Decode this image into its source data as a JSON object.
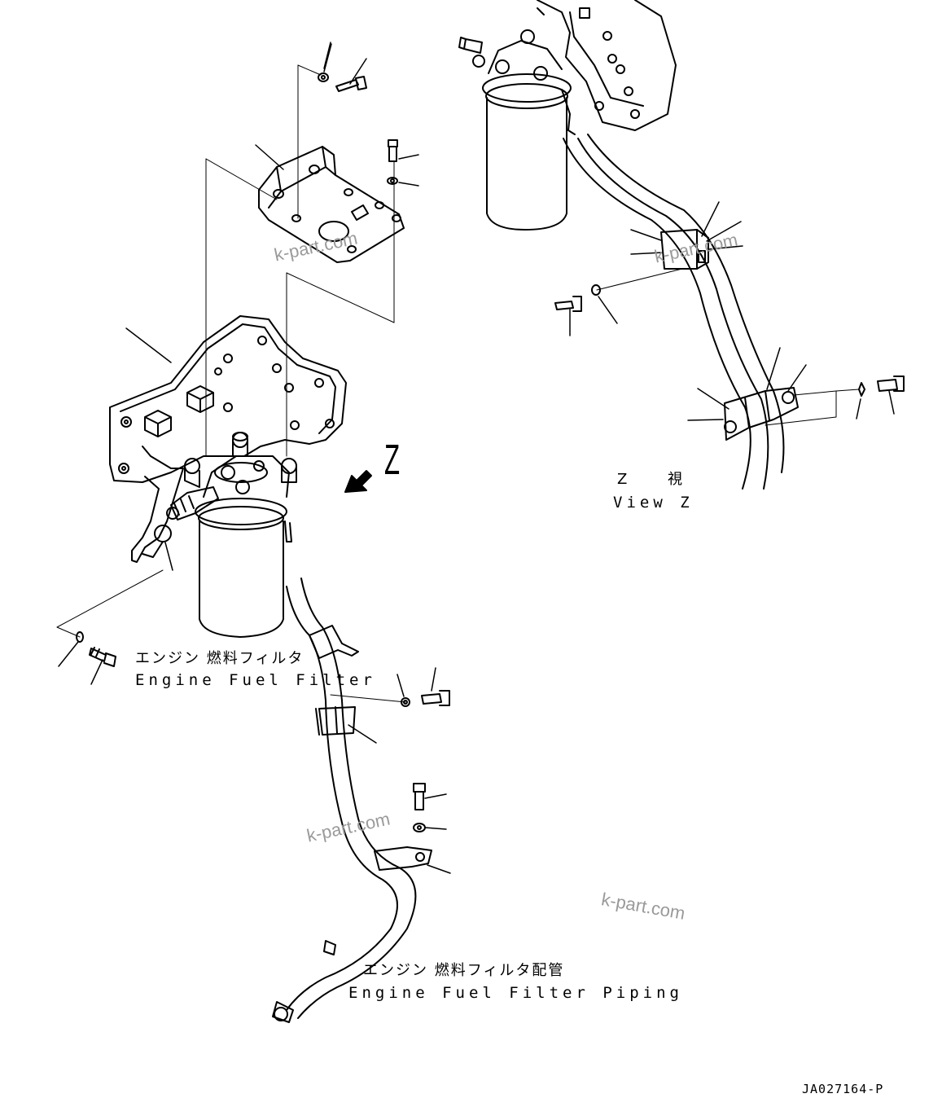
{
  "labels": {
    "engine_fuel_filter_jp": "エンジン 燃料フィルタ",
    "engine_fuel_filter_en": "Engine Fuel Filter",
    "view_z_jp": "Z 視",
    "view_z_en": "View Z",
    "piping_jp": "エンジン 燃料フィルタ配管",
    "piping_en": "Engine Fuel Filter Piping",
    "view_marker": "Z",
    "drawing_number": "JA027164-P"
  },
  "watermarks": [
    "k-part.com",
    "k-part.com",
    "k-part.com",
    "k-part.com"
  ],
  "colors": {
    "line": "#000000",
    "watermark": "#9a9a9a",
    "background": "#ffffff"
  }
}
